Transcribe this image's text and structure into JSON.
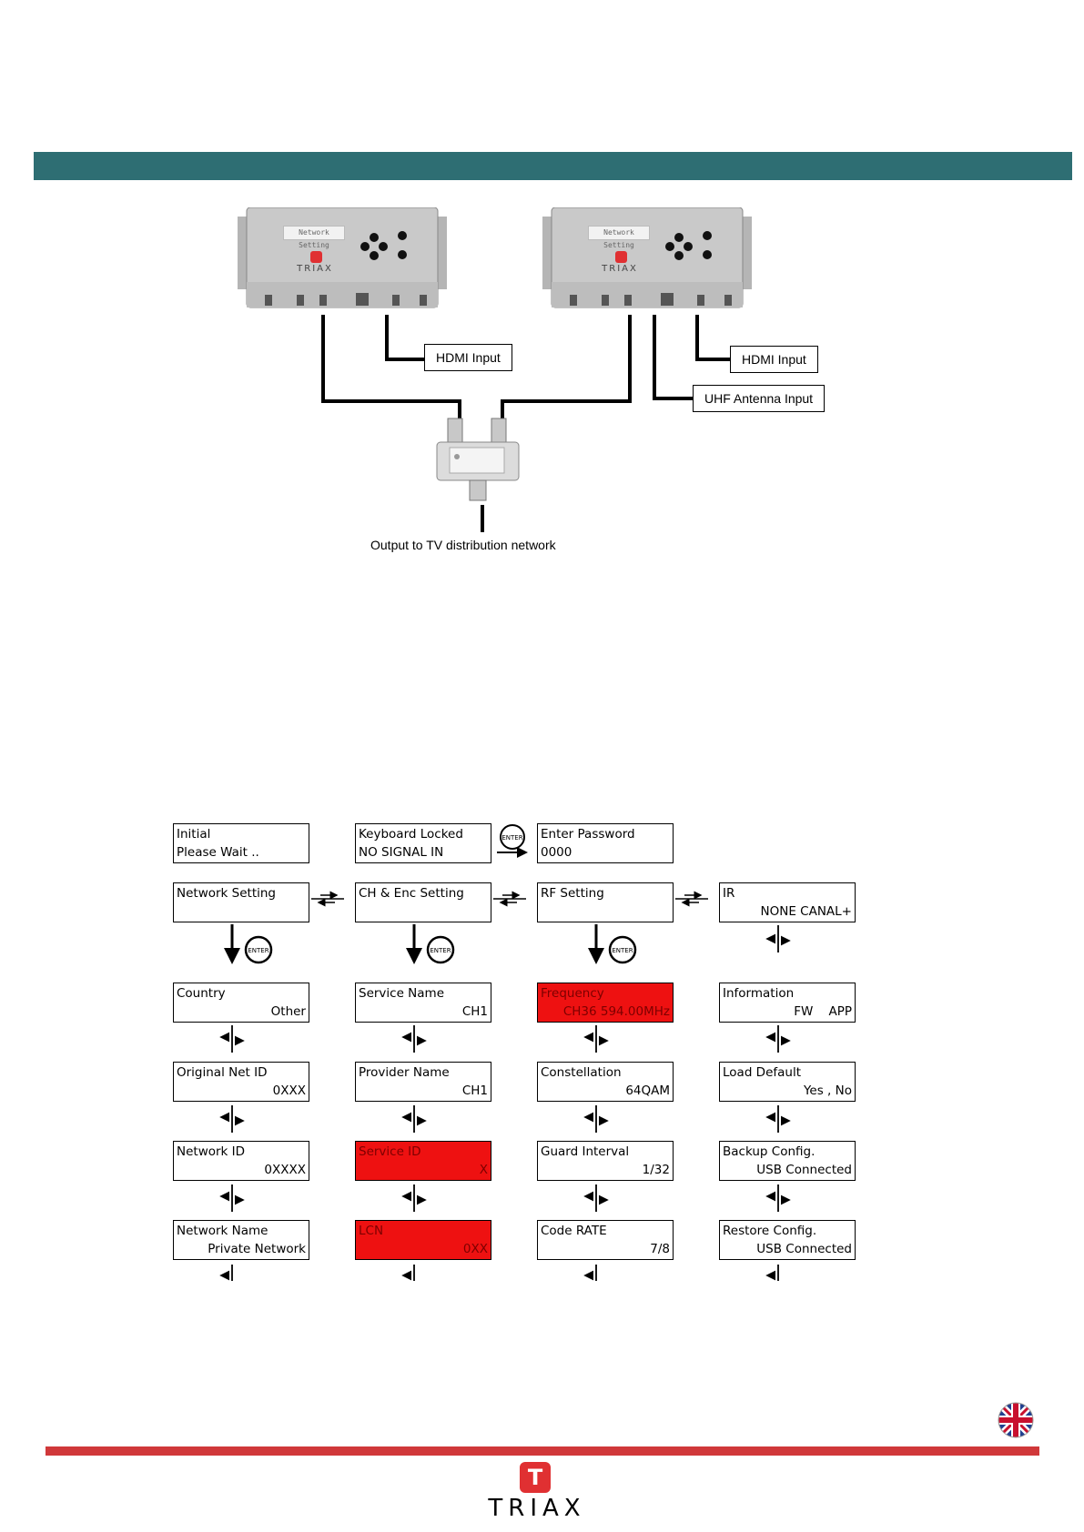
{
  "colors": {
    "header_bar": "#2e6e73",
    "footer_bar": "#d0383a",
    "brand_red": "#e03032",
    "lcd_highlight": "#ee1111"
  },
  "diagram": {
    "device_left": {
      "screen_text": "Network Setting",
      "brand": "TRIAX"
    },
    "device_right": {
      "screen_text": "Network Setting",
      "brand": "TRIAX"
    },
    "callouts": {
      "hdmi_left": "HDMI Input",
      "hdmi_right": "HDMI Input",
      "uhf": "UHF Antenna Input"
    },
    "caption": "Output to TV distribution network"
  },
  "menu": {
    "initial": {
      "line1": "Initial",
      "line2": "Please Wait .."
    },
    "keyboard_locked": {
      "line1": "Keyboard Locked",
      "line2": "NO SIGNAL IN"
    },
    "enter_password": {
      "line1": "Enter Password",
      "line2": "0000"
    },
    "enter_label": "ENTER",
    "network_setting": {
      "title": "Network Setting"
    },
    "ch_enc_setting": {
      "title": "CH & Enc Setting"
    },
    "rf_setting": {
      "title": "RF Setting"
    },
    "ir": {
      "line1": "IR",
      "line2": "NONE CANAL+"
    },
    "col1": [
      {
        "line1": "Country",
        "line2": "Other"
      },
      {
        "line1": "Original Net ID",
        "line2": "0XXX"
      },
      {
        "line1": "Network ID",
        "line2": "0XXXX"
      },
      {
        "line1": "Network Name",
        "line2": "Private Network"
      }
    ],
    "col2": [
      {
        "line1": "Service Name",
        "line2": "CH1"
      },
      {
        "line1": "Provider Name",
        "line2": "CH1"
      },
      {
        "line1": "Service ID",
        "line2": "X"
      },
      {
        "line1": "LCN",
        "line2": "0XX"
      }
    ],
    "col3": [
      {
        "line1": "Frequency",
        "line2": "CH36 594.00MHz"
      },
      {
        "line1": "Constellation",
        "line2": "64QAM"
      },
      {
        "line1": "Guard Interval",
        "line2": "1/32"
      },
      {
        "line1": "Code RATE",
        "line2": "7/8"
      }
    ],
    "col4": [
      {
        "line1": "Information",
        "line2": "FW    APP"
      },
      {
        "line1": "Load Default",
        "line2": "Yes , No"
      },
      {
        "line1": "Backup Config.",
        "line2": "USB Connected"
      },
      {
        "line1": "Restore Config.",
        "line2": "USB Connected"
      }
    ]
  },
  "footer": {
    "brand": "TRIAX",
    "logo_letter": "T"
  }
}
